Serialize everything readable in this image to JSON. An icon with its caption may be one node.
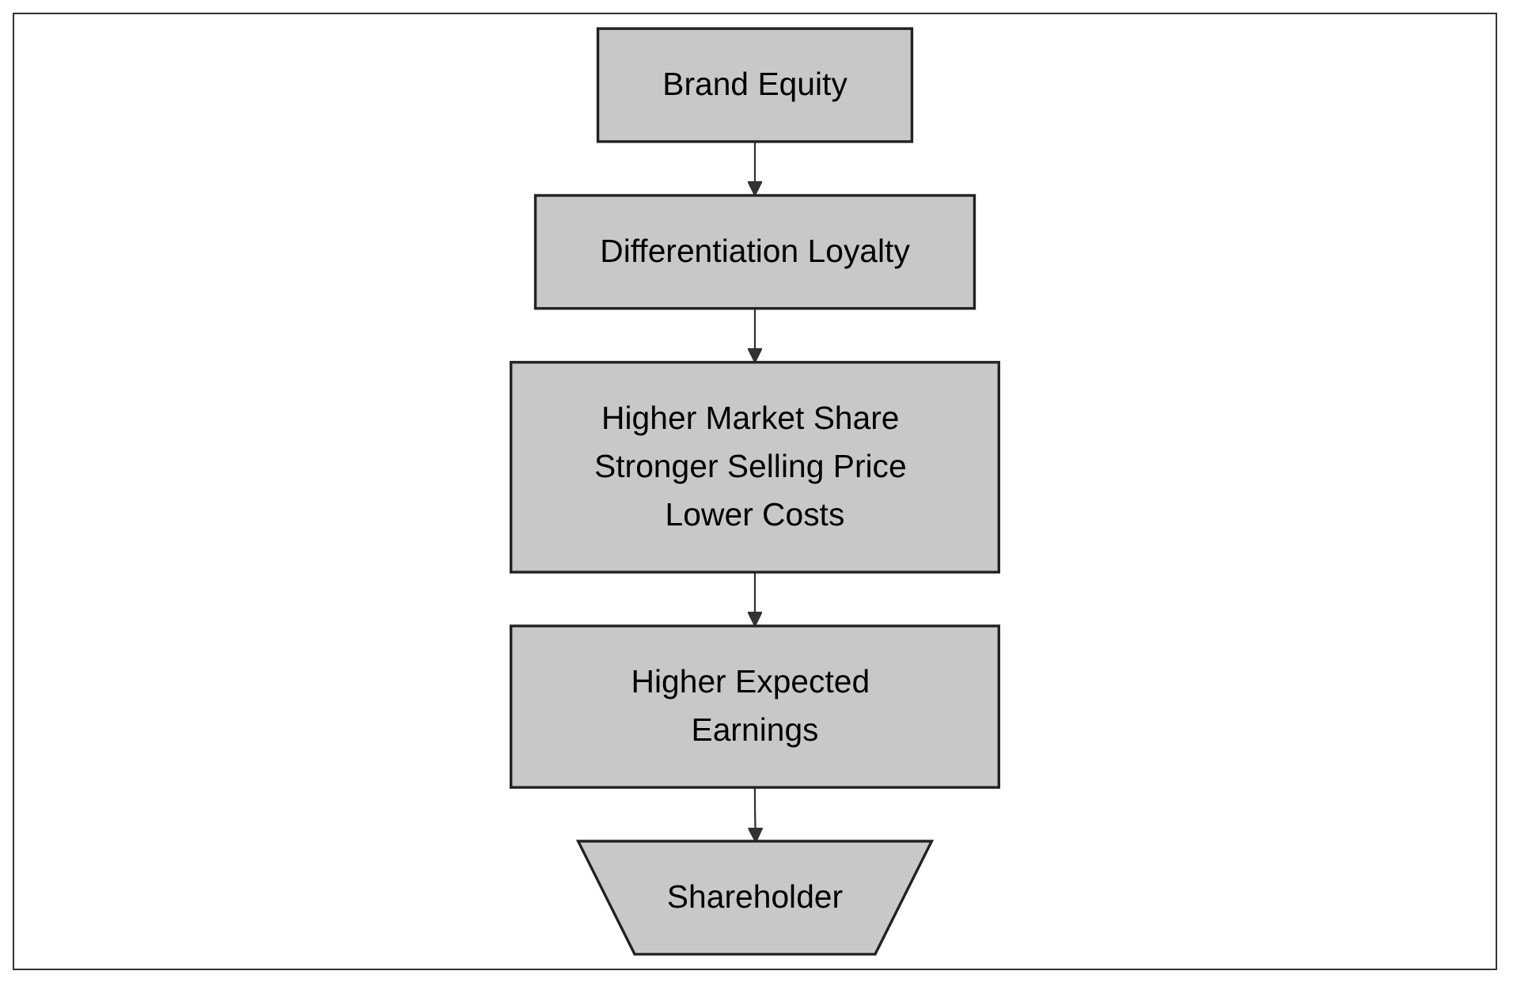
{
  "diagram": {
    "nodes": [
      {
        "text": [
          "Brand Equity"
        ]
      },
      {
        "text": [
          "Differentiation Loyalty"
        ]
      },
      {
        "text": [
          "Higher Market Share Stronger Selling Price Lower Costs"
        ]
      },
      {
        "text": [
          "Higher Expected Earnings"
        ]
      },
      {
        "text": [
          "Shareholder"
        ]
      }
    ],
    "edges": [
      {
        "from": 0,
        "to": 1,
        "arrow": "to"
      },
      {
        "from": 1,
        "to": 2,
        "arrow": "to"
      },
      {
        "from": 2,
        "to": 3,
        "arrow": "to"
      },
      {
        "from": 3,
        "to": 4,
        "arrow": "to"
      }
    ]
  }
}
